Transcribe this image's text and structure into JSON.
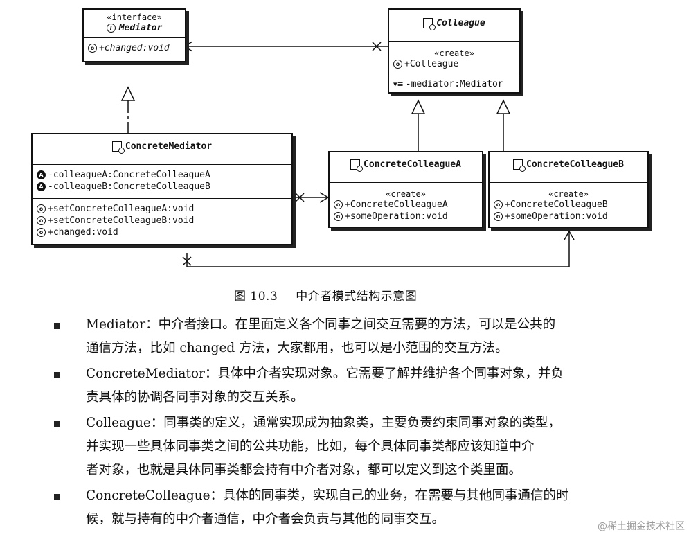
{
  "diagram": {
    "mediator": {
      "stereotype": "«interface»",
      "name": "Mediator",
      "operations": [
        "+changed:void"
      ]
    },
    "colleague": {
      "name": "Colleague",
      "create": "«create»",
      "constructor": "+Colleague",
      "attributes": [
        "-mediator:Mediator"
      ]
    },
    "concrete_mediator": {
      "name": "ConcreteMediator",
      "attributes": [
        "-colleagueA:ConcreteColleagueA",
        "-colleagueB:ConcreteColleagueB"
      ],
      "operations": [
        "+setConcreteColleagueA:void",
        "+setConcreteColleagueB:void",
        "+changed:void"
      ]
    },
    "colleague_a": {
      "name": "ConcreteColleagueA",
      "create": "«create»",
      "constructor": "+ConcreteColleagueA",
      "operations": [
        "+someOperation:void"
      ]
    },
    "colleague_b": {
      "name": "ConcreteColleagueB",
      "create": "«create»",
      "constructor": "+ConcreteColleagueB",
      "operations": [
        "+someOperation:void"
      ]
    }
  },
  "caption": {
    "number": "图 10.3",
    "text": "中介者模式结构示意图"
  },
  "bullets": [
    {
      "lines": [
        "Mediator：中介者接口。在里面定义各个同事之间交互需要的方法，可以是公共的",
        "通信方法，比如 changed 方法，大家都用，也可以是小范围的交互方法。"
      ]
    },
    {
      "lines": [
        "ConcreteMediator：具体中介者实现对象。它需要了解并维护各个同事对象，并负",
        "责具体的协调各同事对象的交互关系。"
      ]
    },
    {
      "lines": [
        "Colleague：同事类的定义，通常实现成为抽象类，主要负责约束同事对象的类型，",
        "并实现一些具体同事类之间的公共功能，比如，每个具体同事类都应该知道中介",
        "者对象，也就是具体同事类都会持有中介者对象，都可以定义到这个类里面。"
      ]
    },
    {
      "lines": [
        "ConcreteColleague：具体的同事类，实现自己的业务，在需要与其他同事通信的时",
        "候，就与持有的中介者通信，中介者会负责与其他的同事交互。"
      ]
    }
  ],
  "watermark": "@稀土掘金技术社区"
}
